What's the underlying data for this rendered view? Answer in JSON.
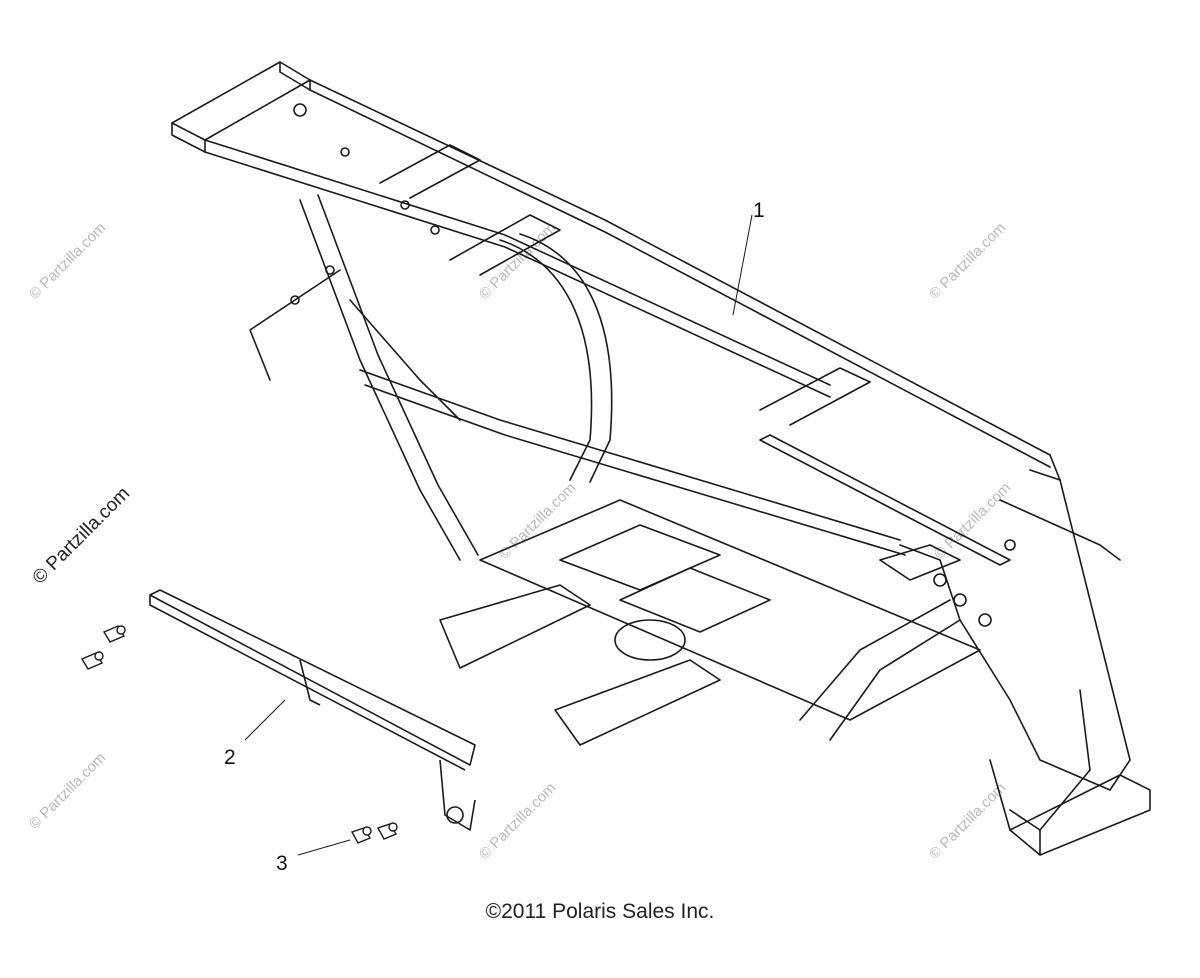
{
  "diagram": {
    "callouts": [
      {
        "id": "frame",
        "label": "1"
      },
      {
        "id": "bumper",
        "label": "2"
      },
      {
        "id": "bolt",
        "label": "3"
      }
    ],
    "watermark_main": "© Partzilla.com",
    "watermark_tile": "© Partzilla.com",
    "copyright": "©2011 Polaris Sales Inc.",
    "colors": {
      "line": "#1a1a1a",
      "watermark": "#b9b9b9"
    }
  }
}
